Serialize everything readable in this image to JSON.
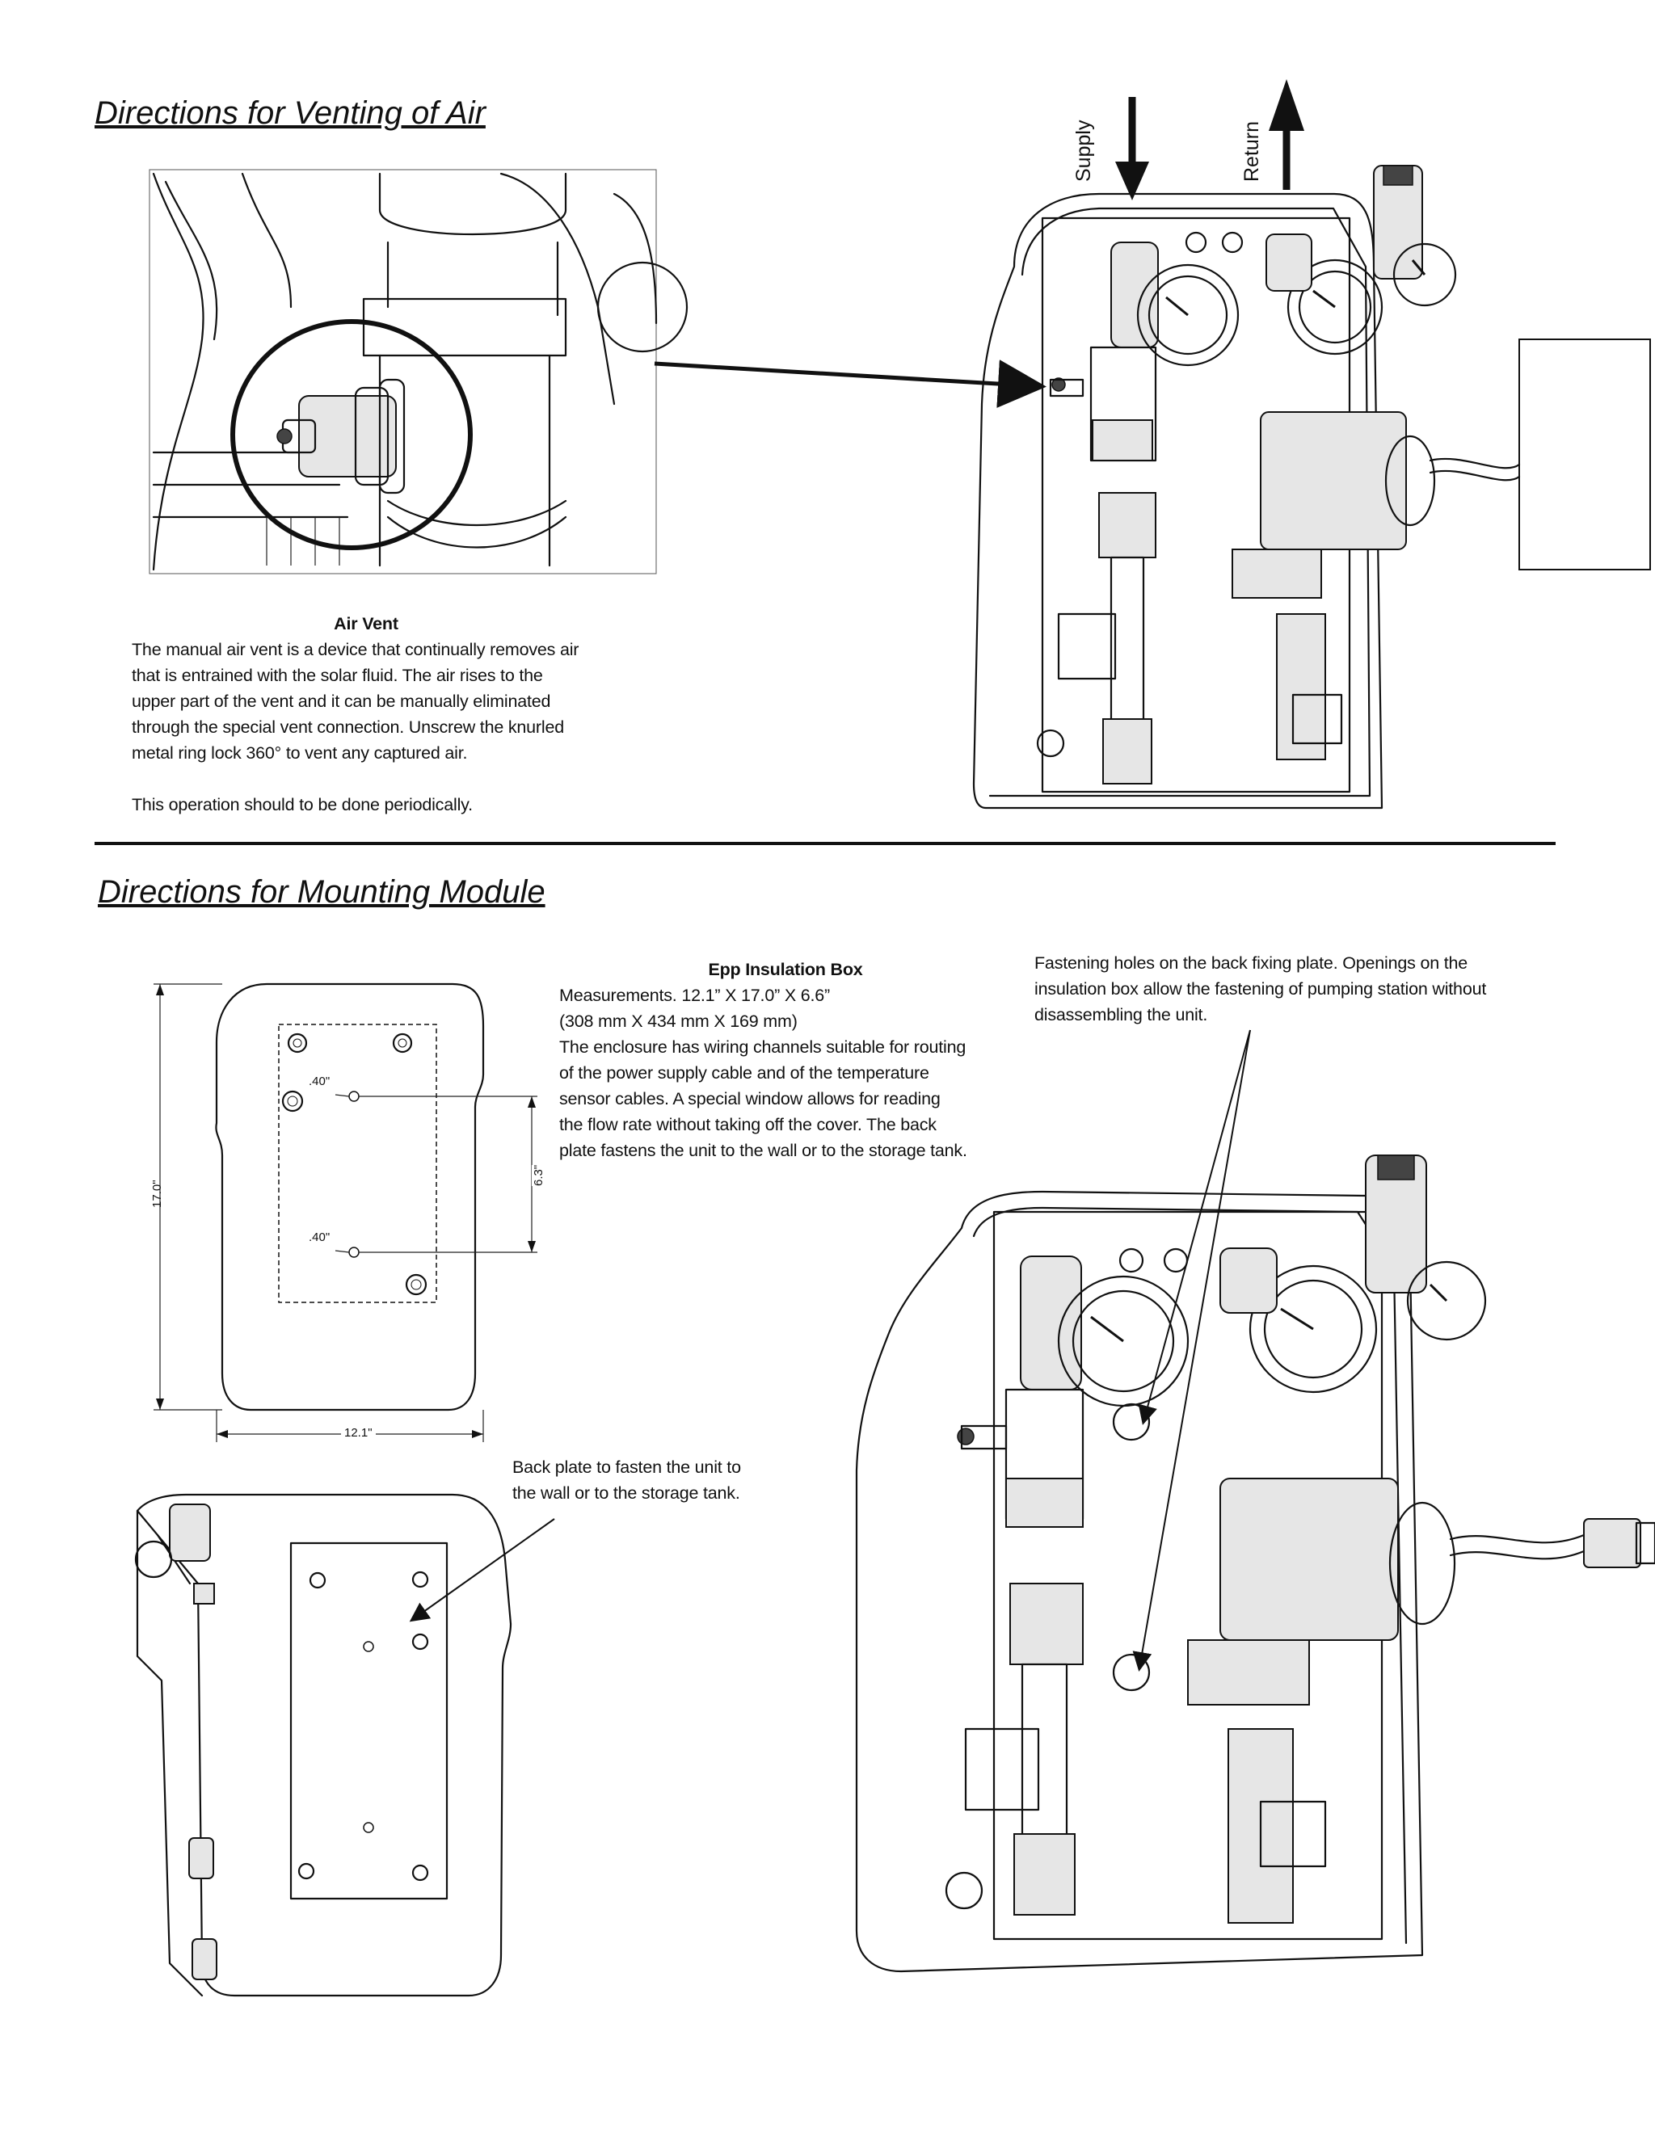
{
  "venting": {
    "title": "Directions for Venting of Air",
    "supply_label": "Supply",
    "return_label": "Return",
    "air_vent_heading": "Air Vent",
    "air_vent_lines": [
      "The manual air vent is a device that continually removes air",
      "that is entrained with the solar fluid. The air rises to the",
      "upper part of the vent and it can be manually eliminated",
      "through the special vent connection. Unscrew the knurled",
      "metal ring lock 360° to vent any captured air."
    ],
    "air_vent_note": "This operation should to be done periodically."
  },
  "mounting": {
    "title": "Directions for Mounting Module",
    "box_heading": "Epp Insulation Box",
    "box_lines": [
      "Measurements. 12.1” X 17.0” X 6.6”",
      "(308 mm X 434 mm X 169 mm)",
      "The enclosure has wiring channels suitable for routing",
      "of the power supply cable and of the temperature",
      "sensor cables.  A special window allows for reading",
      "the flow rate without taking off the cover. The back",
      "plate fastens the unit to the wall or to the storage tank."
    ],
    "fastening_lines": [
      "Fastening holes on the back fixing plate. Openings on the",
      "insulation box allow the fastening of pumping station without",
      "disassembling the unit."
    ],
    "backplate_lines": [
      "Back plate to fasten the unit to",
      "the wall or to the storage tank."
    ],
    "dimensions": {
      "height": "17.0\"",
      "width": "12.1\"",
      "hole_spacing": "6.3\"",
      "offset_top": ".40\"",
      "offset_bottom": ".40\""
    }
  }
}
